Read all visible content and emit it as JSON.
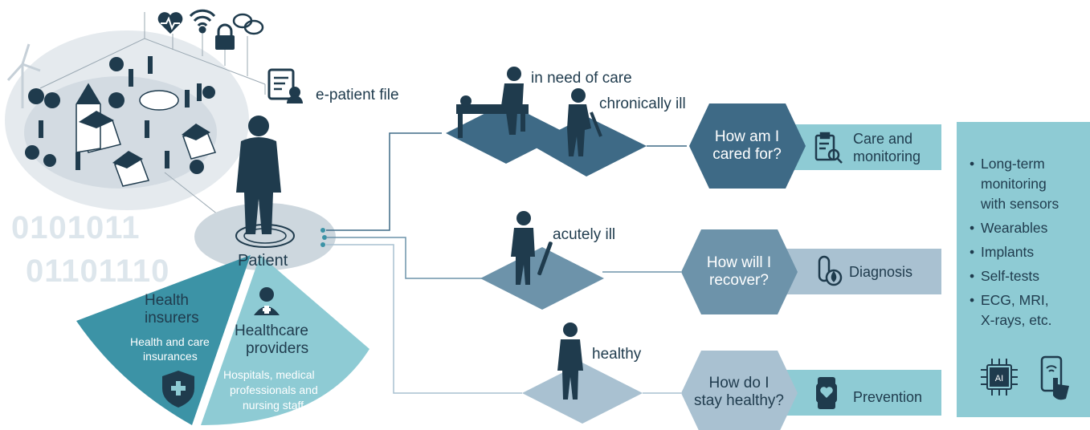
{
  "city": {
    "epatient": "e-patient file"
  },
  "binary": {
    "row1": "0101011",
    "row2": "01101110"
  },
  "patient": {
    "label": "Patient"
  },
  "insurers": {
    "title_line1": "Health",
    "title_line2": "insurers",
    "sub_line1": "Health and care",
    "sub_line2": "insurances"
  },
  "providers": {
    "title_line1": "Healthcare",
    "title_line2": "providers",
    "sub_line1": "Hospitals, medical",
    "sub_line2": "professionals and",
    "sub_line3": "nursing staff"
  },
  "states": {
    "need_care": "in need of care",
    "chronic": "chronically ill",
    "acute": "acutely ill",
    "healthy": "healthy"
  },
  "questions": {
    "q1_line1": "How am I",
    "q1_line2": "cared for?",
    "q2_line1": "How will I",
    "q2_line2": "recover?",
    "q3_line1": "How do I",
    "q3_line2": "stay healthy?"
  },
  "outcomes": {
    "care_line1": "Care and",
    "care_line2": "monitoring",
    "diagnosis": "Diagnosis",
    "prevention": "Prevention"
  },
  "sidebar": {
    "items": [
      "Long-term",
      "monitoring",
      "with sensors",
      "Wearables",
      "Implants",
      "Self-tests",
      "ECG, MRI,",
      "X-rays, etc."
    ],
    "ai_label": "AI"
  },
  "colors": {
    "dark_navy": "#1f3b4d",
    "teal_dark": "#3c93a6",
    "teal_mid": "#5aa9b8",
    "teal_light": "#8ecbd4",
    "slate_dark": "#3e6a86",
    "slate_mid": "#6d93aa",
    "slate_light": "#a9c1d1",
    "city_bg": "#e5eaee"
  },
  "icons": [
    "heart-pulse-icon",
    "wifi-icon",
    "lock-icon",
    "chat-icon",
    "document-person-icon",
    "clipboard-search-icon",
    "test-tube-icon",
    "smartwatch-icon",
    "shield-cross-icon",
    "nurse-icon",
    "ai-chip-icon",
    "phone-touch-icon"
  ]
}
